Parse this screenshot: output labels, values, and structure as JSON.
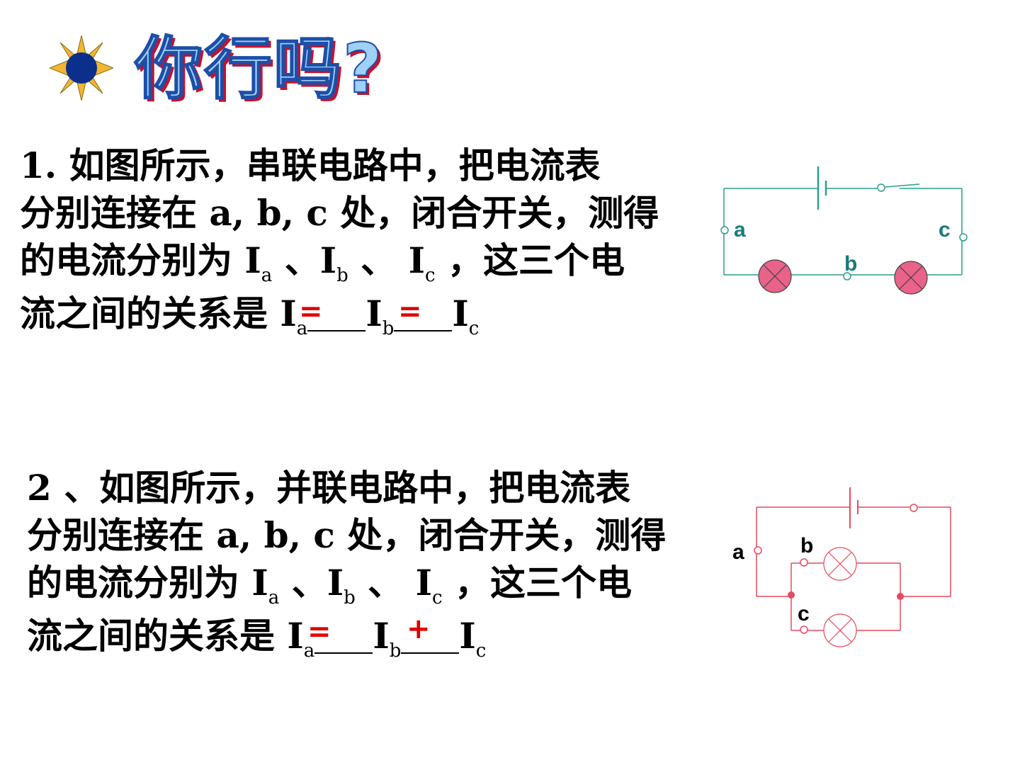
{
  "title": "你行吗?",
  "q1": {
    "line1": "1. 如图所示，串联电路中，把电流表",
    "line2": "分别连接在 a, b, c 处，闭合开关，测得",
    "line3_pre": "的电流分别为 I",
    "sub_a": "a",
    "sep1": " 、I",
    "sub_b": "b",
    "sep2": " 、 I",
    "sub_c": "c",
    "line3_post": " ，这三个电",
    "line4_pre": "流之间的关系是 I",
    "mid": "I",
    "end": "I",
    "answer1": "=",
    "answer2": "="
  },
  "q2": {
    "line1": "2 、如图所示，并联电路中，把电流表",
    "line2": "分别连接在 a, b, c 处，闭合开关，测得",
    "line3_pre": "的电流分别为 I",
    "sub_a": "a",
    "sep1": " 、I",
    "sub_b": "b",
    "sep2": " 、 I",
    "sub_c": "c",
    "line3_post": " ，这三个电",
    "line4_pre": "流之间的关系是 I",
    "mid": "I",
    "end": "I",
    "answer1": "=",
    "answer2": "+"
  },
  "circuit1": {
    "label_a": "a",
    "label_b": "b",
    "label_c": "c",
    "wire_color": "#2a9d8f",
    "label_color": "#1a7a7a",
    "lamp_color": "#e8628a"
  },
  "circuit2": {
    "label_a": "a",
    "label_b": "b",
    "label_c": "c",
    "wire_color": "#e84a5f",
    "label_color": "#000000"
  },
  "icon": {
    "sun": "sun-icon"
  }
}
